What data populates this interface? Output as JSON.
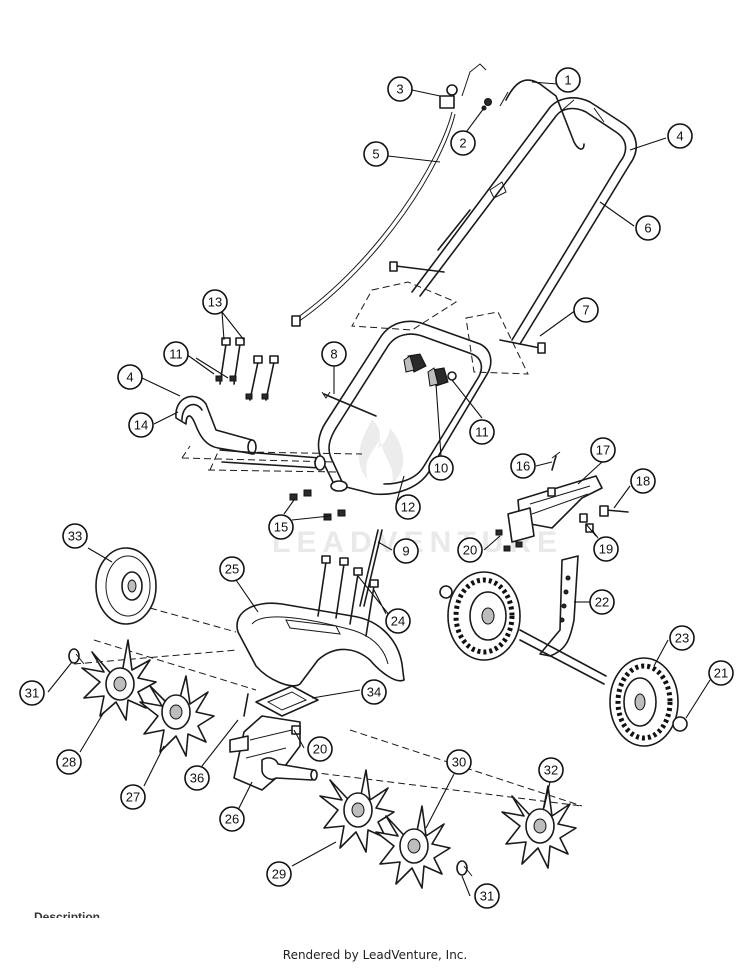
{
  "callouts": [
    {
      "label": "1"
    },
    {
      "label": "2"
    },
    {
      "label": "3"
    },
    {
      "label": "4"
    },
    {
      "label": "5"
    },
    {
      "label": "6"
    },
    {
      "label": "7"
    },
    {
      "label": "8"
    },
    {
      "label": "9"
    },
    {
      "label": "10"
    },
    {
      "label": "11"
    },
    {
      "label": "12"
    },
    {
      "label": "13"
    },
    {
      "label": "14"
    },
    {
      "label": "15"
    },
    {
      "label": "16"
    },
    {
      "label": "17"
    },
    {
      "label": "18"
    },
    {
      "label": "19"
    },
    {
      "label": "20"
    },
    {
      "label": "21"
    },
    {
      "label": "22"
    },
    {
      "label": "23"
    },
    {
      "label": "24"
    },
    {
      "label": "25"
    },
    {
      "label": "26"
    },
    {
      "label": "27"
    },
    {
      "label": "28"
    },
    {
      "label": "29"
    },
    {
      "label": "30"
    },
    {
      "label": "31"
    },
    {
      "label": "32"
    },
    {
      "label": "33"
    },
    {
      "label": "34"
    },
    {
      "label": "36"
    }
  ],
  "watermark": "LEADVENTURE",
  "partial_caption": "Description",
  "footer": "Rendered by LeadVenture, Inc."
}
